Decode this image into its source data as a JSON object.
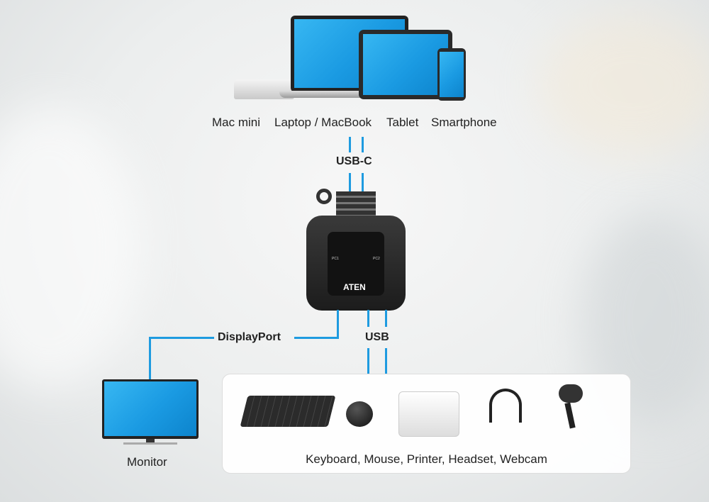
{
  "sources": {
    "labels": [
      "Mac mini",
      "Laptop / MacBook",
      "Tablet",
      "Smartphone"
    ]
  },
  "connections": {
    "usb_c": "USB-C",
    "displayport": "DisplayPort",
    "usb": "USB"
  },
  "device": {
    "brand": "ATEN",
    "port1": "PC1",
    "port2": "PC2"
  },
  "monitor": {
    "label": "Monitor"
  },
  "peripherals": {
    "label": "Keyboard, Mouse, Printer, Headset, Webcam"
  },
  "colors": {
    "line": "#1e9be0",
    "screen": "#1a9ae2",
    "device": "#2b2b2b"
  }
}
